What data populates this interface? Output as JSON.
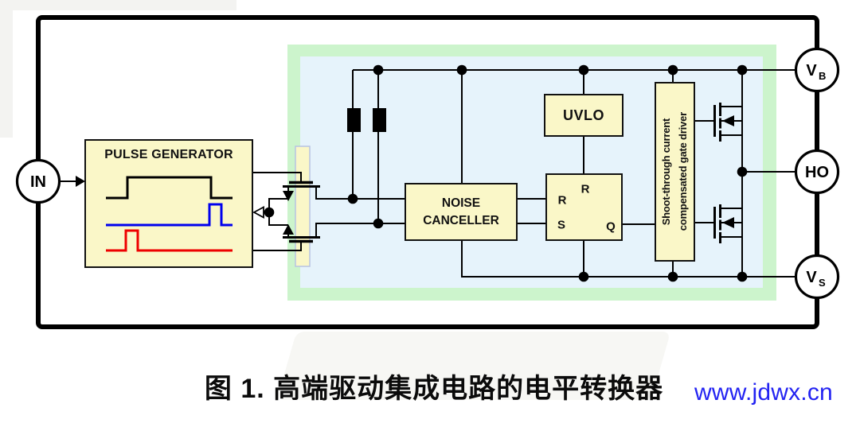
{
  "colors": {
    "block_fill": "#faf7c8",
    "inner_region_fill": "#e6f3fb",
    "outer_region_fill": "#ccf4cc",
    "waveform_blue": "#0000ee",
    "waveform_red": "#ee0000",
    "watermark_blue": "#2323f2",
    "wire_black": "#000000"
  },
  "terminals": {
    "in": "IN",
    "vb_main": "V",
    "vb_sub": "B",
    "ho": "HO",
    "vs_main": "V",
    "vs_sub": "S"
  },
  "blocks": {
    "pulse_generator": "PULSE GENERATOR",
    "noise_canceller_line1": "NOISE",
    "noise_canceller_line2": "CANCELLER",
    "uvlo": "UVLO",
    "latch_pin_r_top": "R",
    "latch_pin_r": "R",
    "latch_pin_s": "S",
    "latch_pin_q": "Q",
    "gate_driver_line1": "Shoot-through current",
    "gate_driver_line2": "compensated gate driver"
  },
  "caption": "图 1. 高端驱动集成电路的电平转换器",
  "watermark": "www.jdwx.cn"
}
